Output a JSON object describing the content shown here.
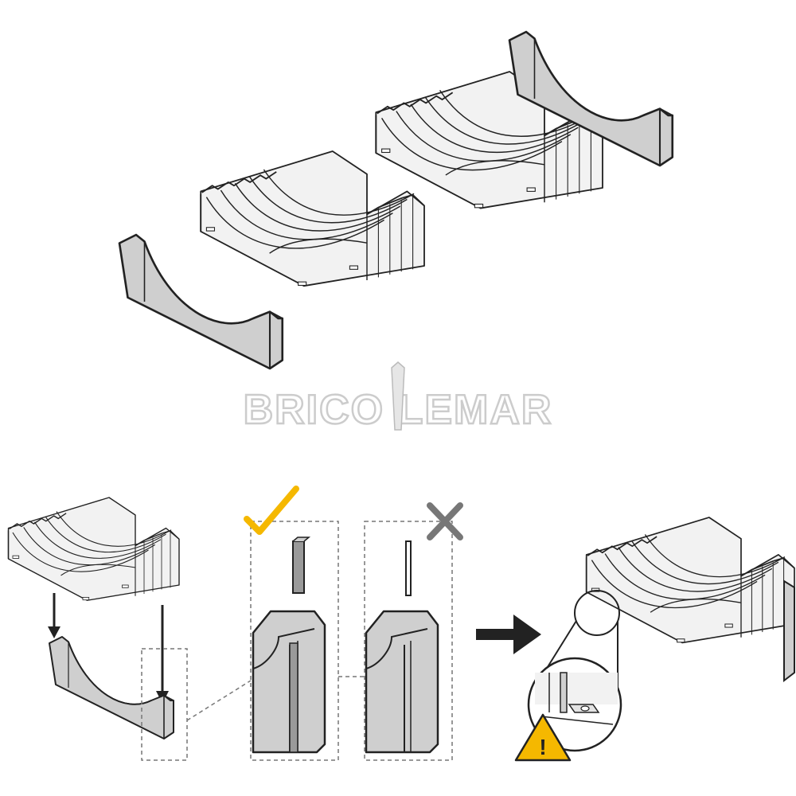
{
  "watermark": {
    "text": "BRICO LEMAR"
  },
  "colors": {
    "outline": "#222222",
    "cradle_fill": "#f2f2f2",
    "cradle_shade": "#e3e3e3",
    "end_panel_fill": "#cfcfcf",
    "end_panel_shade": "#b8b8b8",
    "check_mark": "#f5b800",
    "cross_mark": "#777777",
    "warning_fill": "#f5b800",
    "arrow": "#222222",
    "dashed_frame": "#777777"
  },
  "icons": {
    "correct": "check-icon",
    "incorrect": "cross-icon",
    "next": "arrow-right-icon",
    "warning": "warning-triangle-icon",
    "warning_glyph": "!"
  },
  "steps": [
    {
      "id": "correct-strip",
      "result": "correct"
    },
    {
      "id": "incorrect-strip",
      "result": "incorrect"
    }
  ]
}
